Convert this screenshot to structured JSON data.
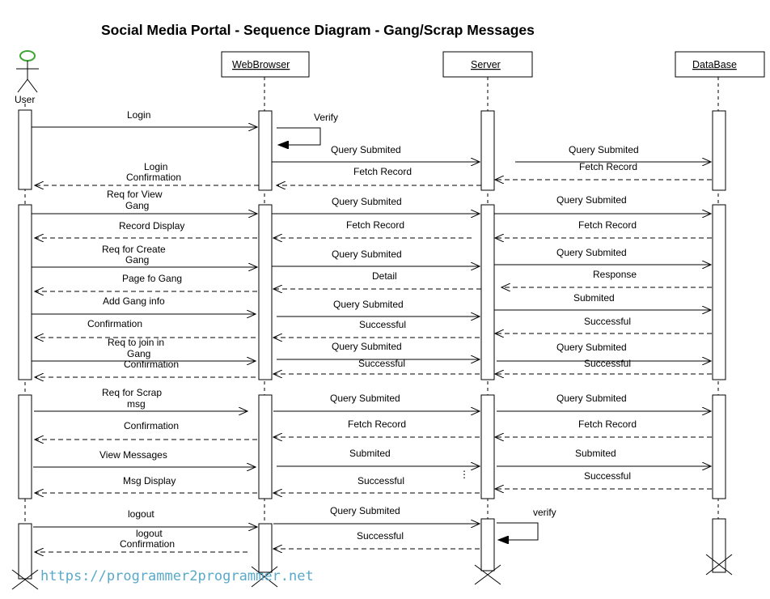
{
  "title": "Social Media Portal - Sequence Diagram - Gang/Scrap Messages",
  "watermark": "https://programmer2programmer.net",
  "participants": {
    "user": "User",
    "browser": "WebBrowser",
    "server": "Server",
    "database": "DataBase"
  },
  "messages": {
    "login": "Login",
    "verify": "Verify",
    "query_submitted_1a": "Query Submited",
    "query_submitted_1b": "Query Submited",
    "fetch_record_1a": "Fetch Record",
    "fetch_record_1b": "Fetch Record",
    "login_confirmation": [
      "Login",
      "Confirmation"
    ],
    "req_view_gang": [
      "Req for View",
      "Gang"
    ],
    "query_submitted_2a": "Query Submited",
    "query_submitted_2b": "Query Submited",
    "record_display": "Record Display",
    "fetch_record_2a": "Fetch Record",
    "fetch_record_2b": "Fetch Record",
    "req_create_gang": [
      "Req for Create",
      "Gang"
    ],
    "query_submitted_3a": "Query Submited",
    "query_submitted_3b": "Query Submited",
    "page_fo_gang": "Page fo Gang",
    "detail": "Detail",
    "response": "Response",
    "add_gang_info": "Add Gang info",
    "query_submitted_4a": "Query Submited",
    "submited_4b": "Submited",
    "confirmation_4": "Confirmation",
    "successful_4a": "Successful",
    "successful_4b": "Successful",
    "req_join_gang": [
      "Req to join in",
      "Gang"
    ],
    "query_submitted_5a": "Query Submited",
    "query_submitted_5b": "Query Submited",
    "confirmation_5": "Confirmation",
    "successful_5a": "Successful",
    "successful_5b": "Successful",
    "req_scrap_msg": [
      "Req for Scrap",
      "msg"
    ],
    "query_submitted_6a": "Query Submited",
    "query_submitted_6b": "Query Submited",
    "confirmation_6": "Confirmation",
    "fetch_record_6a": "Fetch Record",
    "fetch_record_6b": "Fetch Record",
    "view_messages": "View Messages",
    "submited_7a": "Submited",
    "submited_7b": "Submited",
    "msg_display": "Msg Display",
    "successful_7a": "Successful",
    "successful_7b": "Successful",
    "logout": "logout",
    "query_submitted_8": "Query Submited",
    "verify_8": "verify",
    "logout_confirmation": [
      "logout",
      "Confirmation"
    ],
    "successful_8": "Successful"
  }
}
